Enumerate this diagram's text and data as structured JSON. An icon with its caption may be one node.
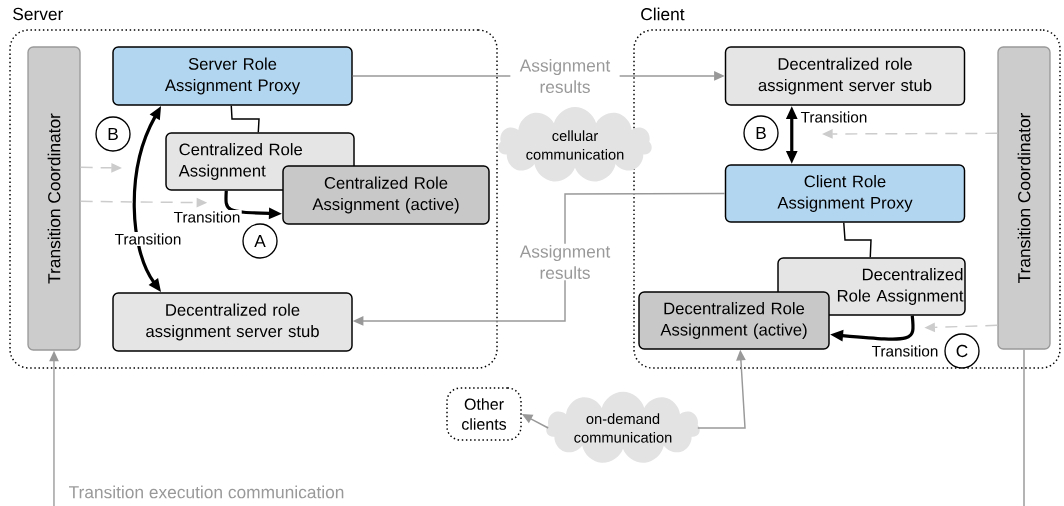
{
  "diagram": {
    "nodes": [
      {
        "text": [
          "Server"
        ]
      },
      {
        "text": [
          "Transition Coordinator"
        ],
        "in": 0
      },
      {
        "text": [
          "Server Role Assignment Proxy"
        ],
        "in": 0
      },
      {
        "text": [
          "Centralized Role Assignment"
        ],
        "in": 0
      },
      {
        "text": [
          "Centralized Role Assignment (active)"
        ],
        "in": 0
      },
      {
        "text": [
          "Decentralized role assignment server stub"
        ],
        "in": 0
      },
      {
        "text": [
          "B"
        ],
        "in": 0
      },
      {
        "text": [
          "A"
        ],
        "in": 0
      },
      {
        "text": [
          "Client"
        ]
      },
      {
        "text": [
          "Decentralized role assignment server stub"
        ],
        "in": 8
      },
      {
        "text": [
          "Client Role Assignment Proxy"
        ],
        "in": 8
      },
      {
        "text": [
          "Decentralized Role Assignment"
        ],
        "in": 8
      },
      {
        "text": [
          "Decentralized Role Assignment (active)"
        ],
        "in": 8
      },
      {
        "text": [
          "Transition Coordinator"
        ],
        "in": 8
      },
      {
        "text": [
          "B"
        ],
        "in": 8
      },
      {
        "text": [
          "C"
        ],
        "in": 8
      },
      {
        "text": [
          "cellular communication"
        ]
      },
      {
        "text": [
          "Other clients"
        ]
      },
      {
        "text": [
          "on-demand communication"
        ]
      }
    ],
    "edges": [
      {
        "from": 2,
        "to": 9,
        "arrow": "to",
        "label": "Assignment results"
      },
      {
        "from": 10,
        "to": 5,
        "arrow": "to",
        "label": "Assignment results"
      },
      {
        "from": 2,
        "to": 3,
        "arrow": "none",
        "color": "#000000"
      },
      {
        "from": 3,
        "to": 4,
        "arrow": "to",
        "label": "Transition",
        "style": "thick",
        "color": "#000000"
      },
      {
        "from": 2,
        "to": 5,
        "arrow": "both",
        "label": "Transition",
        "style": "thick",
        "color": "#000000"
      },
      {
        "from": 9,
        "to": 10,
        "arrow": "both",
        "label": "Transition",
        "style": "thick",
        "color": "#000000"
      },
      {
        "from": 10,
        "to": 11,
        "arrow": "none",
        "color": "#000000"
      },
      {
        "from": 11,
        "to": 12,
        "arrow": "to",
        "label": "Transition",
        "style": "thick",
        "color": "#000000"
      },
      {
        "from": 1,
        "to": null,
        "arrow": "to",
        "style": "dashed",
        "color": "#cccccc"
      },
      {
        "from": 1,
        "to": 3,
        "arrow": "to",
        "style": "dashed",
        "color": "#cccccc"
      },
      {
        "from": 13,
        "to": null,
        "arrow": "to",
        "style": "dashed",
        "color": "#cccccc"
      },
      {
        "from": 13,
        "to": 11,
        "arrow": "to",
        "style": "dashed",
        "color": "#cccccc"
      },
      {
        "from": 18,
        "to": 17,
        "arrow": "to"
      },
      {
        "from": 18,
        "to": 12,
        "arrow": "to"
      },
      {
        "from": null,
        "to": 1,
        "arrow": "to",
        "label": "Transition execution communication"
      },
      {
        "from": 13,
        "to": null,
        "arrow": "none"
      }
    ]
  }
}
